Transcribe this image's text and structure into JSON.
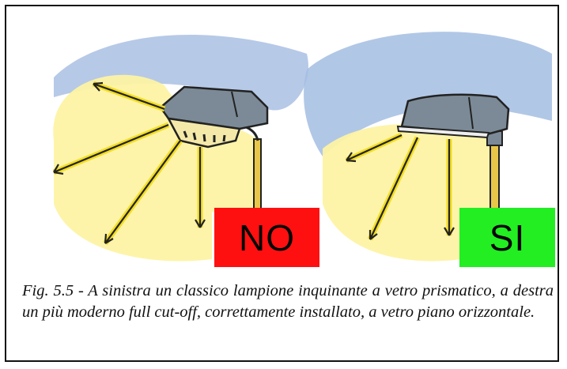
{
  "figure": {
    "badges": {
      "left": {
        "text": "NO",
        "color": "#ff1010"
      },
      "right": {
        "text": "SI",
        "color": "#22ee22"
      }
    },
    "caption": "Fig. 5.5 - A sinistra un classico lampione inquinante a vetro prismatico, a destra un più moderno full cut-off, correttamente installato, a vetro piano orizzontale.",
    "icons": {
      "left_lamp": "streetlamp-prismatic-glass-icon",
      "right_lamp": "streetlamp-full-cutoff-icon"
    },
    "colors": {
      "sky": "#9bb6dc",
      "light": "#fdf3a4",
      "ray": "#f2dd22",
      "lamp": "#7b8a96"
    }
  }
}
